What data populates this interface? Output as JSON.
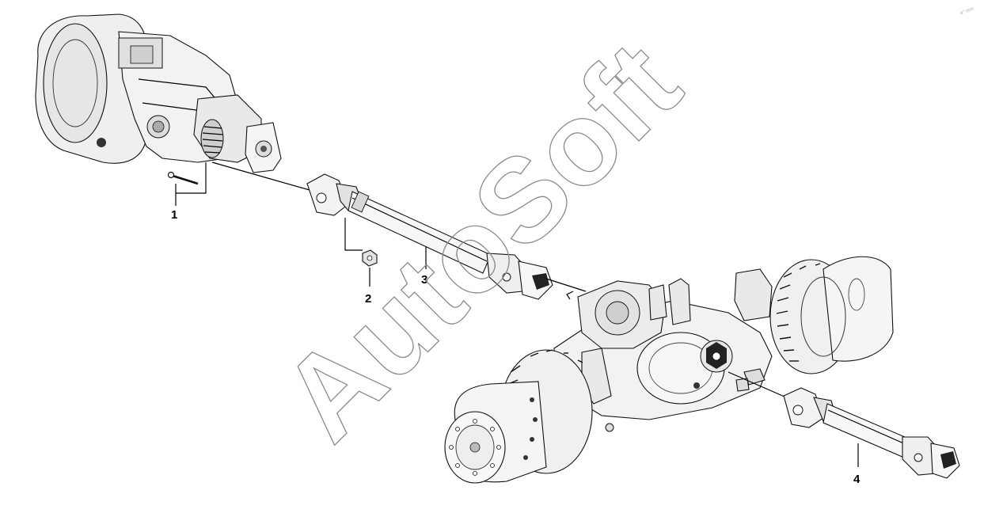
{
  "diagram": {
    "watermark": "AutoSoft",
    "corner_mark": "a° ooo",
    "callouts": [
      {
        "id": "1",
        "label": "1"
      },
      {
        "id": "2",
        "label": "2"
      },
      {
        "id": "3",
        "label": "3"
      },
      {
        "id": "4",
        "label": "4"
      }
    ]
  },
  "colors": {
    "line": "#000000",
    "part_fill": "#f4f4f4",
    "part_shade": "#d6d6d6",
    "dark": "#222222",
    "watermark": "#8a8a8a"
  }
}
